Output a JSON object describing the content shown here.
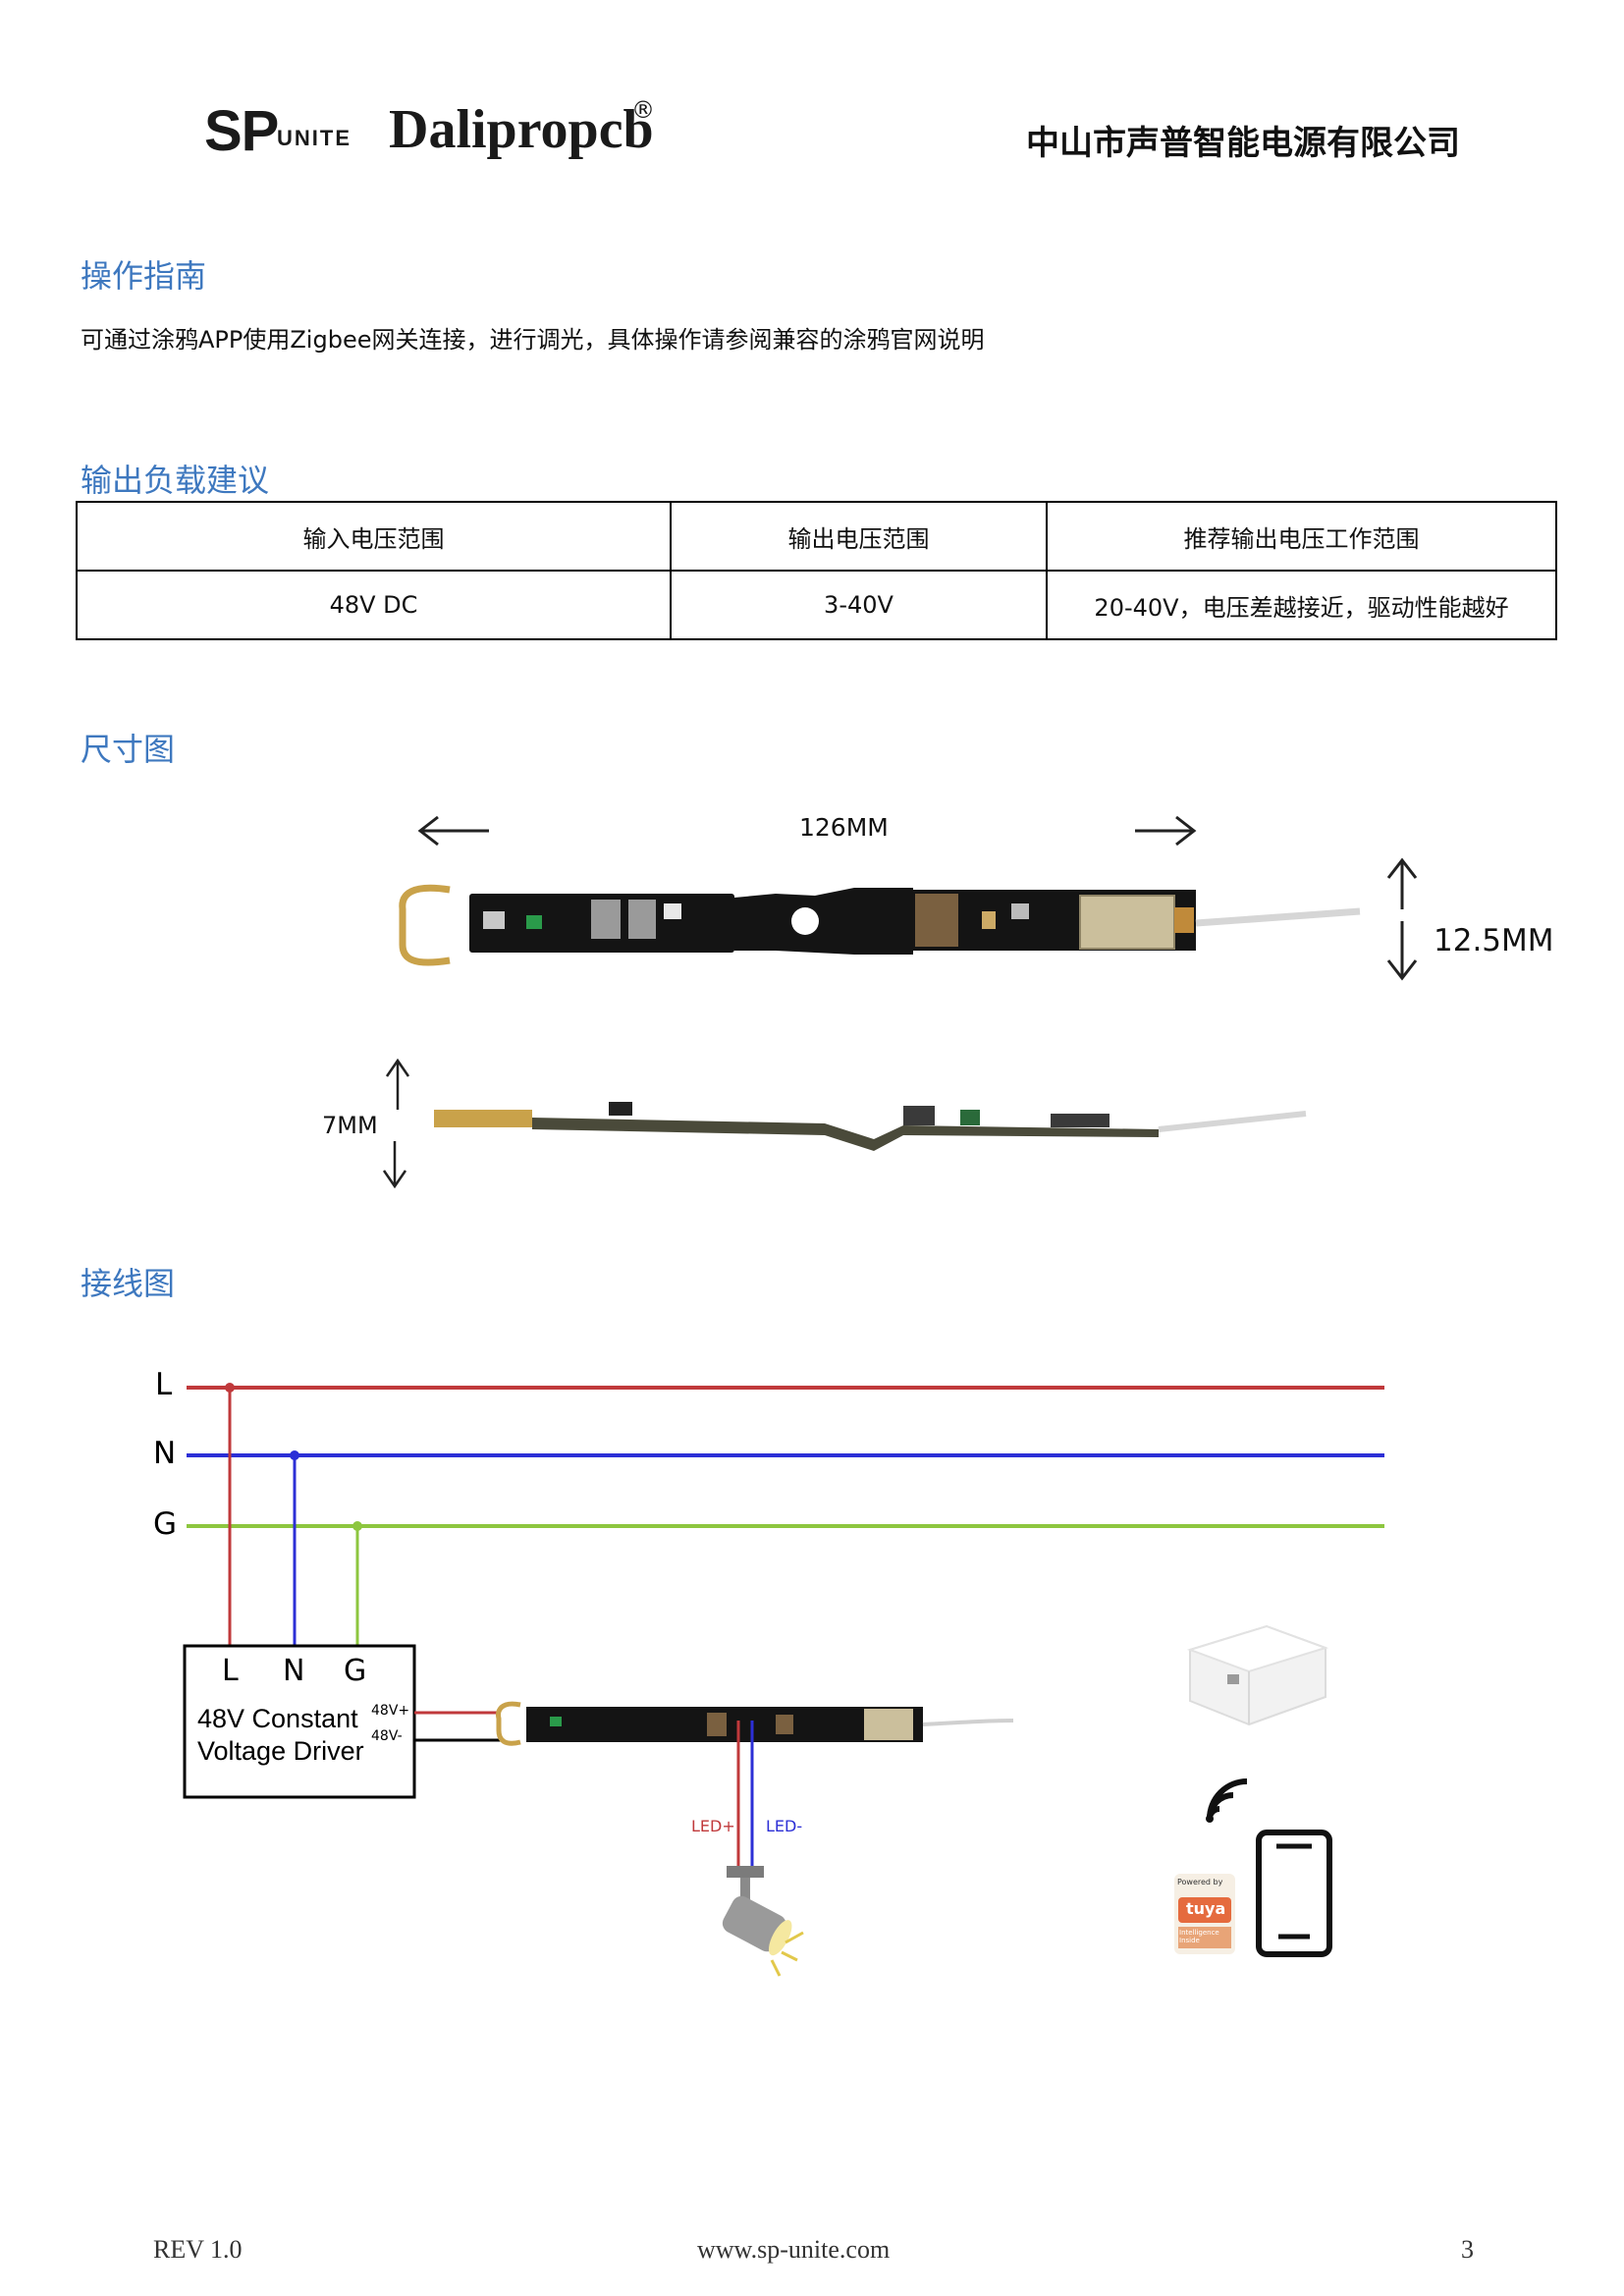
{
  "header": {
    "logo_sp": "SP",
    "logo_unite": "UNITE",
    "logo_dali": "Dalipropcb",
    "logo_reg": "®",
    "company": "中山市声普智能电源有限公司"
  },
  "sections": {
    "guide_title": "操作指南",
    "guide_text": "可通过涂鸦APP使用Zigbee网关连接，进行调光，具体操作请参阅兼容的涂鸦官网说明",
    "load_title": "输出负载建议",
    "dim_title": "尺寸图",
    "wiring_title": "接线图"
  },
  "load_table": {
    "headers": [
      "输入电压范围",
      "输出电压范围",
      "推荐输出电压工作范围"
    ],
    "row": [
      "48V DC",
      "3-40V",
      "20-40V，电压差越接近，驱动性能越好"
    ]
  },
  "dimensions": {
    "length": "126MM",
    "width": "12.5MM",
    "height": "7MM"
  },
  "wiring": {
    "line_L": "L",
    "line_N": "N",
    "line_G": "G",
    "driver_L": "L",
    "driver_N": "N",
    "driver_G": "G",
    "driver_line1": "48V Constant",
    "driver_line2": "Voltage Driver",
    "out_pos": "48V+",
    "out_neg": "48V-",
    "led_pos": "LED+",
    "led_neg": "LED-",
    "tuya_powered": "Powered by",
    "tuya_brand": "tuya",
    "tuya_inside": "Intelligence Inside",
    "colors": {
      "L": "#c0393b",
      "N": "#2c2fd6",
      "G": "#8dc63f"
    }
  },
  "footer": {
    "rev": "REV  1.0",
    "site": "www.sp-unite.com",
    "page": "3"
  }
}
